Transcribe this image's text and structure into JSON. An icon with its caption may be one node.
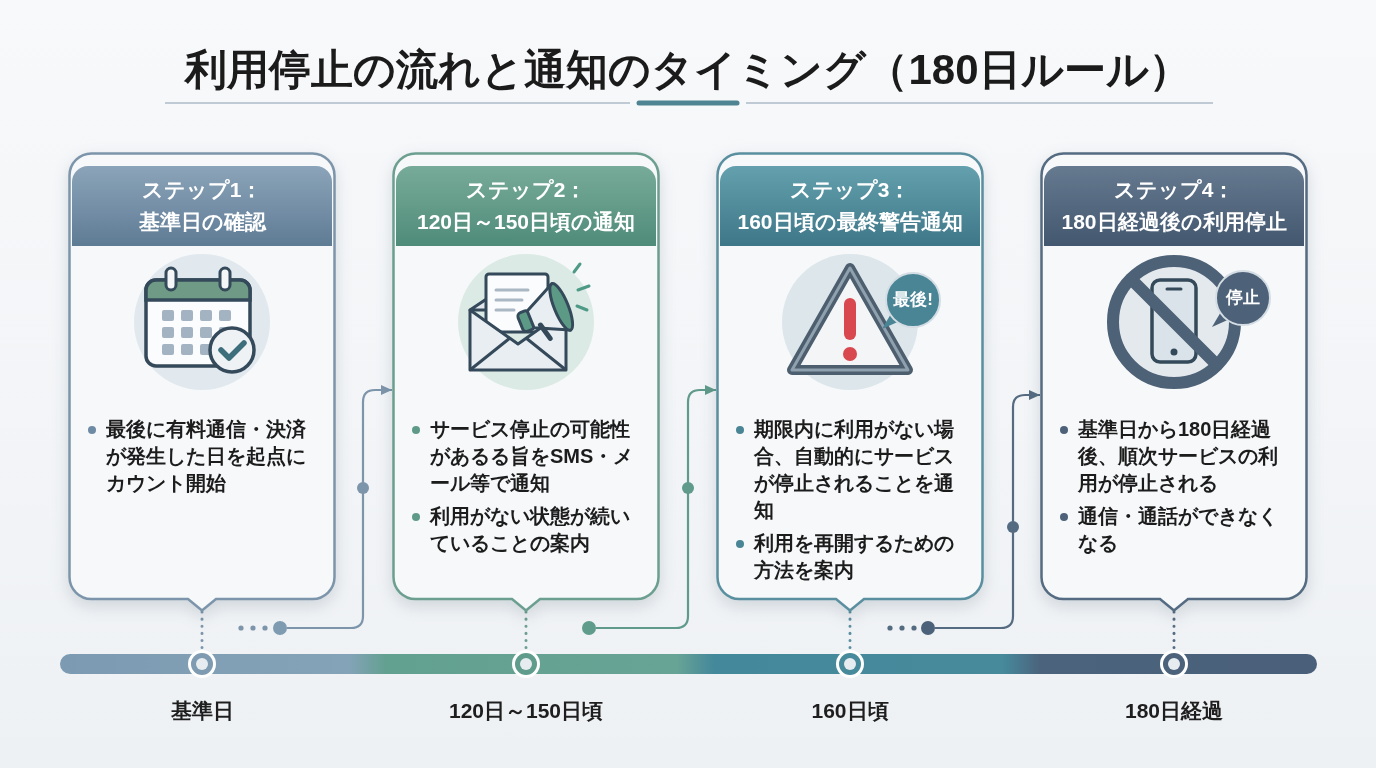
{
  "diagram": {
    "title": "利用停止の流れと通知のタイミング（180日ルール）",
    "nodes": [
      {
        "text": [
          "ステップ1：",
          "基準日の確認",
          "最後に有料通信・決済が発生した日を起点にカウント開始"
        ]
      },
      {
        "text": [
          "ステップ2：",
          "120日～150日頃の通知",
          "サービス停止の可能性があるる旨をSMS・メール等で通知",
          "利用がない状態が続いていることの案内"
        ]
      },
      {
        "text": [
          "ステップ3：",
          "160日頃の最終警告通知",
          "期限内に利用がない場合、自動的にサービスが停止されることを通知",
          "利用を再開するための方法を案内"
        ]
      },
      {
        "text": [
          "最後!"
        ],
        "in": 2
      },
      {
        "text": [
          "ステップ4：",
          "180日経過後の利用停止",
          "基準日から180日経過後、順次サービスの利用が停止される",
          "通信・通話ができなくなる"
        ]
      },
      {
        "text": [
          "停止"
        ],
        "in": 4
      },
      {
        "text": [],
        "shape": "circle"
      },
      {
        "text": [],
        "shape": "circle"
      },
      {
        "text": [],
        "shape": "circle"
      },
      {
        "text": [],
        "shape": "bar"
      },
      {
        "text": [],
        "shape": "circle",
        "beside": [
          "基準日"
        ]
      },
      {
        "text": [],
        "shape": "circle",
        "beside": [
          "120日～150日頃"
        ]
      },
      {
        "text": [],
        "shape": "circle",
        "beside": [
          "160日頃"
        ]
      },
      {
        "text": [],
        "shape": "circle",
        "beside": [
          "180日経過"
        ]
      }
    ],
    "edges": [
      {
        "from": 0,
        "to": 10,
        "arrow": "none",
        "style": "dashed",
        "color": "#7d95aa"
      },
      {
        "from": 1,
        "to": 11,
        "arrow": "none",
        "style": "dashed",
        "color": "#6c9f8f"
      },
      {
        "from": 2,
        "to": 12,
        "arrow": "none",
        "style": "dashed",
        "color": "#5a8fa0"
      },
      {
        "from": 4,
        "to": 13,
        "arrow": "none",
        "style": "dashed",
        "color": "#556b82"
      },
      {
        "from": 6,
        "to": 1,
        "arrow": "to",
        "color": "#7d95aa"
      },
      {
        "from": 7,
        "to": 2,
        "arrow": "to",
        "color": "#5f9a8a"
      },
      {
        "from": 8,
        "to": 4,
        "arrow": "to",
        "color": "#556b82"
      }
    ]
  }
}
